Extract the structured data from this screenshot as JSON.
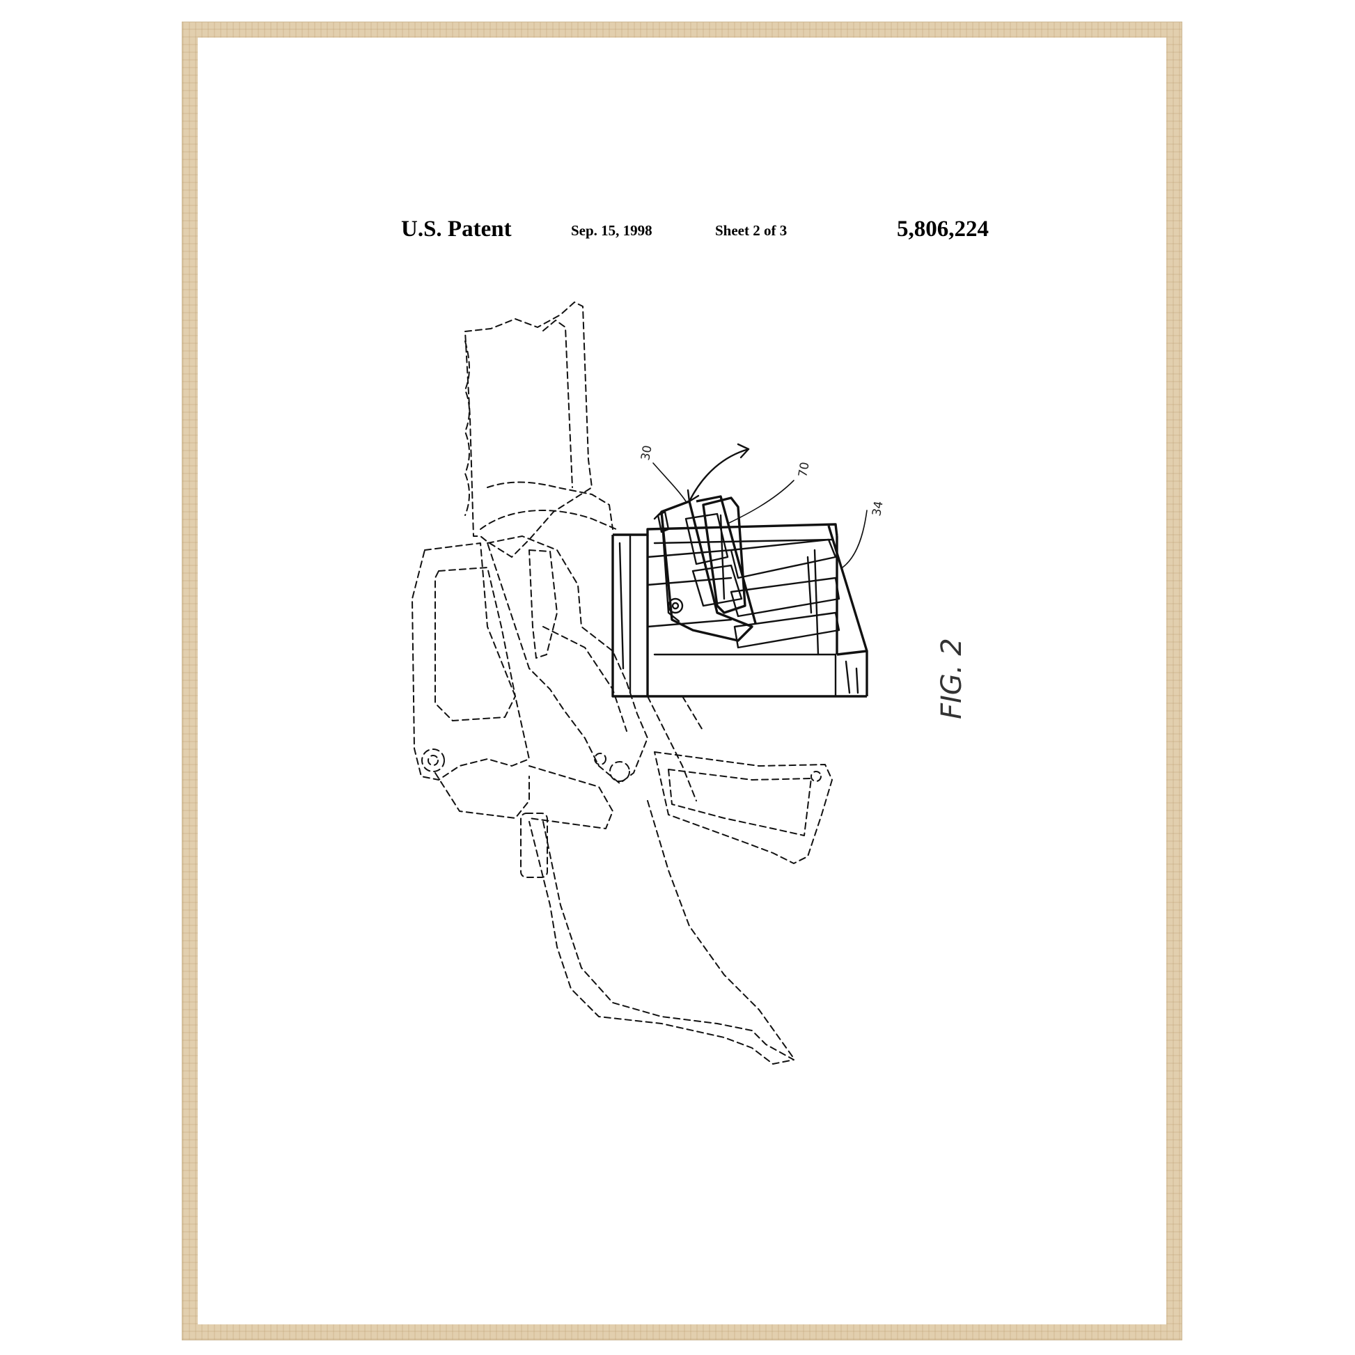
{
  "header": {
    "title": "U.S. Patent",
    "date": "Sep. 15, 1998",
    "sheet": "Sheet 2 of 3",
    "patent_number": "5,806,224"
  },
  "figure": {
    "label": "FIG. 2",
    "references": [
      "30",
      "70",
      "34"
    ]
  },
  "colors": {
    "frame": "#e2cfae",
    "paper": "#ffffff",
    "ink": "#111111"
  }
}
